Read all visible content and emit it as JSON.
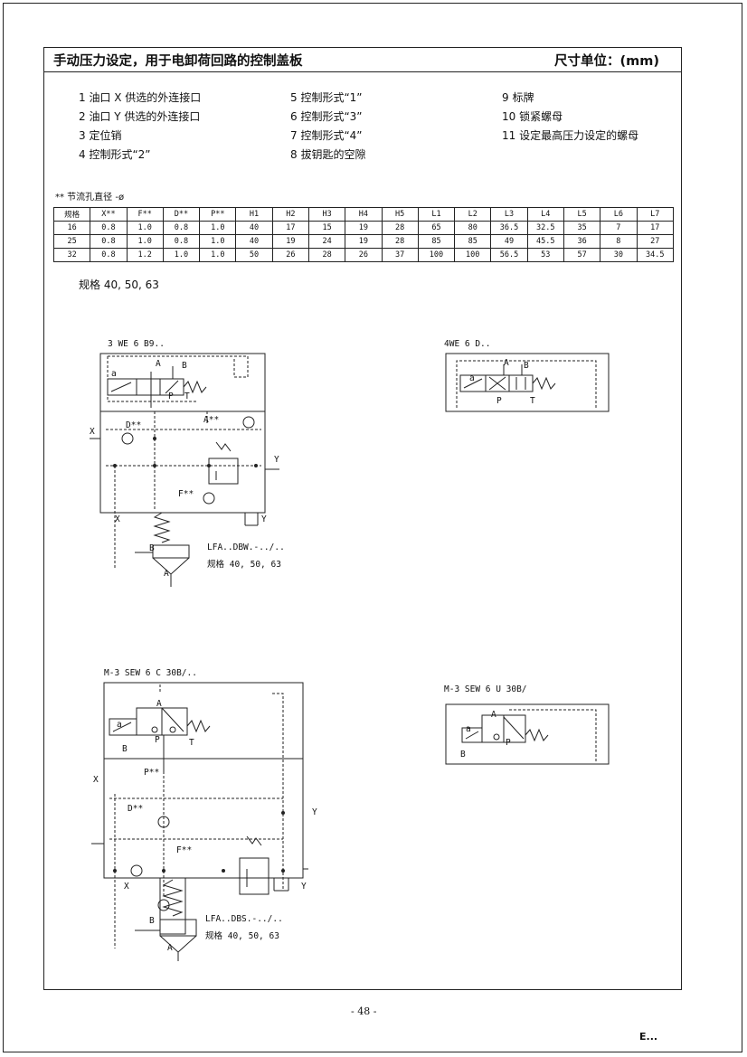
{
  "header": {
    "title": "手动压力设定，用于电卸荷回路的控制盖板",
    "unit": "尺寸单位：(mm)"
  },
  "legend": {
    "col1": [
      "1 油口 X 供选的外连接口",
      "2 油口 Y 供选的外连接口",
      "3 定位销",
      "4 控制形式“2”"
    ],
    "col2": [
      "5 控制形式“1”",
      "6 控制形式“3”",
      "7 控制形式“4”",
      "8 拔钥匙的空隙"
    ],
    "col3": [
      "9 标牌",
      "10 锁紧螺母",
      "11 设定最高压力设定的螺母"
    ]
  },
  "table": {
    "note": "** 节流孔直径 -ø",
    "headers": [
      "规格",
      "X**",
      "F**",
      "D**",
      "P**",
      "H1",
      "H2",
      "H3",
      "H4",
      "H5",
      "L1",
      "L2",
      "L3",
      "L4",
      "L5",
      "L6",
      "L7"
    ],
    "rows": [
      [
        "16",
        "0.8",
        "1.0",
        "0.8",
        "1.0",
        "40",
        "17",
        "15",
        "19",
        "28",
        "65",
        "80",
        "36.5",
        "32.5",
        "35",
        "7",
        "17"
      ],
      [
        "25",
        "0.8",
        "1.0",
        "0.8",
        "1.0",
        "40",
        "19",
        "24",
        "19",
        "28",
        "85",
        "85",
        "49",
        "45.5",
        "36",
        "8",
        "27"
      ],
      [
        "32",
        "0.8",
        "1.2",
        "1.0",
        "1.0",
        "50",
        "26",
        "28",
        "26",
        "37",
        "100",
        "100",
        "56.5",
        "53",
        "57",
        "30",
        "34.5"
      ]
    ]
  },
  "sizes_label": "规格 40, 50, 63",
  "diagrams": {
    "d1": {
      "caption": "3 WE 6 B9..",
      "sub1": "LFA..DBW.-../..",
      "sub2": "规格 40, 50, 63",
      "ports": {
        "a": "a",
        "A": "A",
        "B": "B",
        "P": "P",
        "T": "T",
        "X": "X",
        "Y": "Y",
        "D": "D**",
        "F": "F**",
        "Aa": "A**",
        "Xb": "X",
        "Yb": "Y",
        "Bb": "B",
        "Ab": "A"
      }
    },
    "d2": {
      "caption": "4WE 6 D..",
      "ports": {
        "a": "a",
        "A": "A",
        "B": "B",
        "P": "P",
        "T": "T"
      }
    },
    "d3": {
      "caption": "M-3 SEW 6 C 30B/..",
      "sub1": "LFA..DBS.-../..",
      "sub2": "规格 40, 50, 63",
      "ports": {
        "a": "a",
        "A": "A",
        "P": "P",
        "T": "T",
        "B": "B",
        "X": "X",
        "Y": "Y",
        "Pp": "P**",
        "D": "D**",
        "F": "F**",
        "Xb": "X",
        "Yb": "Y",
        "Bb": "B",
        "Ab": "A"
      }
    },
    "d4": {
      "caption": "M-3 SEW 6 U 30B/",
      "ports": {
        "a": "a",
        "A": "A",
        "P": "P",
        "B": "B"
      }
    }
  },
  "page_number": "- 48 -",
  "logo": "E..."
}
